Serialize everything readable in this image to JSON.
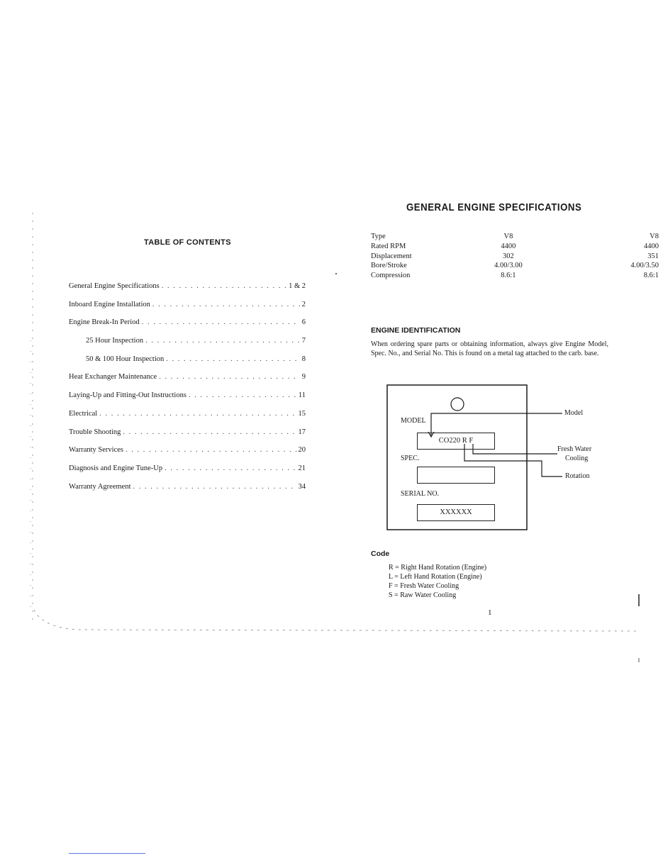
{
  "toc": {
    "title": "TABLE OF CONTENTS",
    "entries": [
      {
        "label": "General Engine Specifications",
        "page": "1 & 2"
      },
      {
        "label": "Inboard Engine Installation",
        "page": "2"
      },
      {
        "label": "Engine Break-In Period",
        "page": "6"
      },
      {
        "label": "25 Hour Inspection",
        "page": "7"
      },
      {
        "label": "50 & 100 Hour Inspection",
        "page": "8"
      },
      {
        "label": "Heat Exchanger Maintenance",
        "page": "9"
      },
      {
        "label": "Laying-Up and Fitting-Out Instructions",
        "page": "11"
      },
      {
        "label": "Electrical",
        "page": "15"
      },
      {
        "label": "Trouble Shooting",
        "page": "17"
      },
      {
        "label": "Warranty Services",
        "page": "20"
      },
      {
        "label": "Diagnosis and Engine Tune-Up",
        "page": "21"
      },
      {
        "label": "Warranty Agreement",
        "page": "34"
      }
    ]
  },
  "specs": {
    "title": "GENERAL ENGINE SPECIFICATIONS",
    "rows": [
      {
        "label": "Type",
        "v1": "V8",
        "v2": "V8"
      },
      {
        "label": "Rated RPM",
        "v1": "4400",
        "v2": "4400"
      },
      {
        "label": "Displacement",
        "v1": "302",
        "v2": "351"
      },
      {
        "label": "Bore/Stroke",
        "v1": "4.00/3.00",
        "v2": "4.00/3.50"
      },
      {
        "label": "Compression",
        "v1": "8.6:1",
        "v2": "8.6:1"
      }
    ]
  },
  "identification": {
    "heading": "ENGINE IDENTIFICATION",
    "text": "When ordering spare parts or obtaining information, always give Engine Model, Spec. No., and Serial No. This is found on a metal tag attached to the carb. base.",
    "tag": {
      "model_label": "MODEL",
      "model_value": "CO220  R  F",
      "spec_label": "SPEC.",
      "spec_value": "",
      "serial_label": "SERIAL NO.",
      "serial_value": "XXXXXX"
    },
    "callouts": {
      "model": "Model",
      "fresh_water_1": "Fresh Water",
      "fresh_water_2": "Cooling",
      "rotation": "Rotation"
    }
  },
  "code": {
    "heading": "Code",
    "items": [
      "R  =  Right Hand Rotation (Engine)",
      "L  =  Left Hand Rotation (Engine)",
      "F  =  Fresh Water Cooling",
      "S  =  Raw Water Cooling"
    ]
  },
  "page_number": "1"
}
